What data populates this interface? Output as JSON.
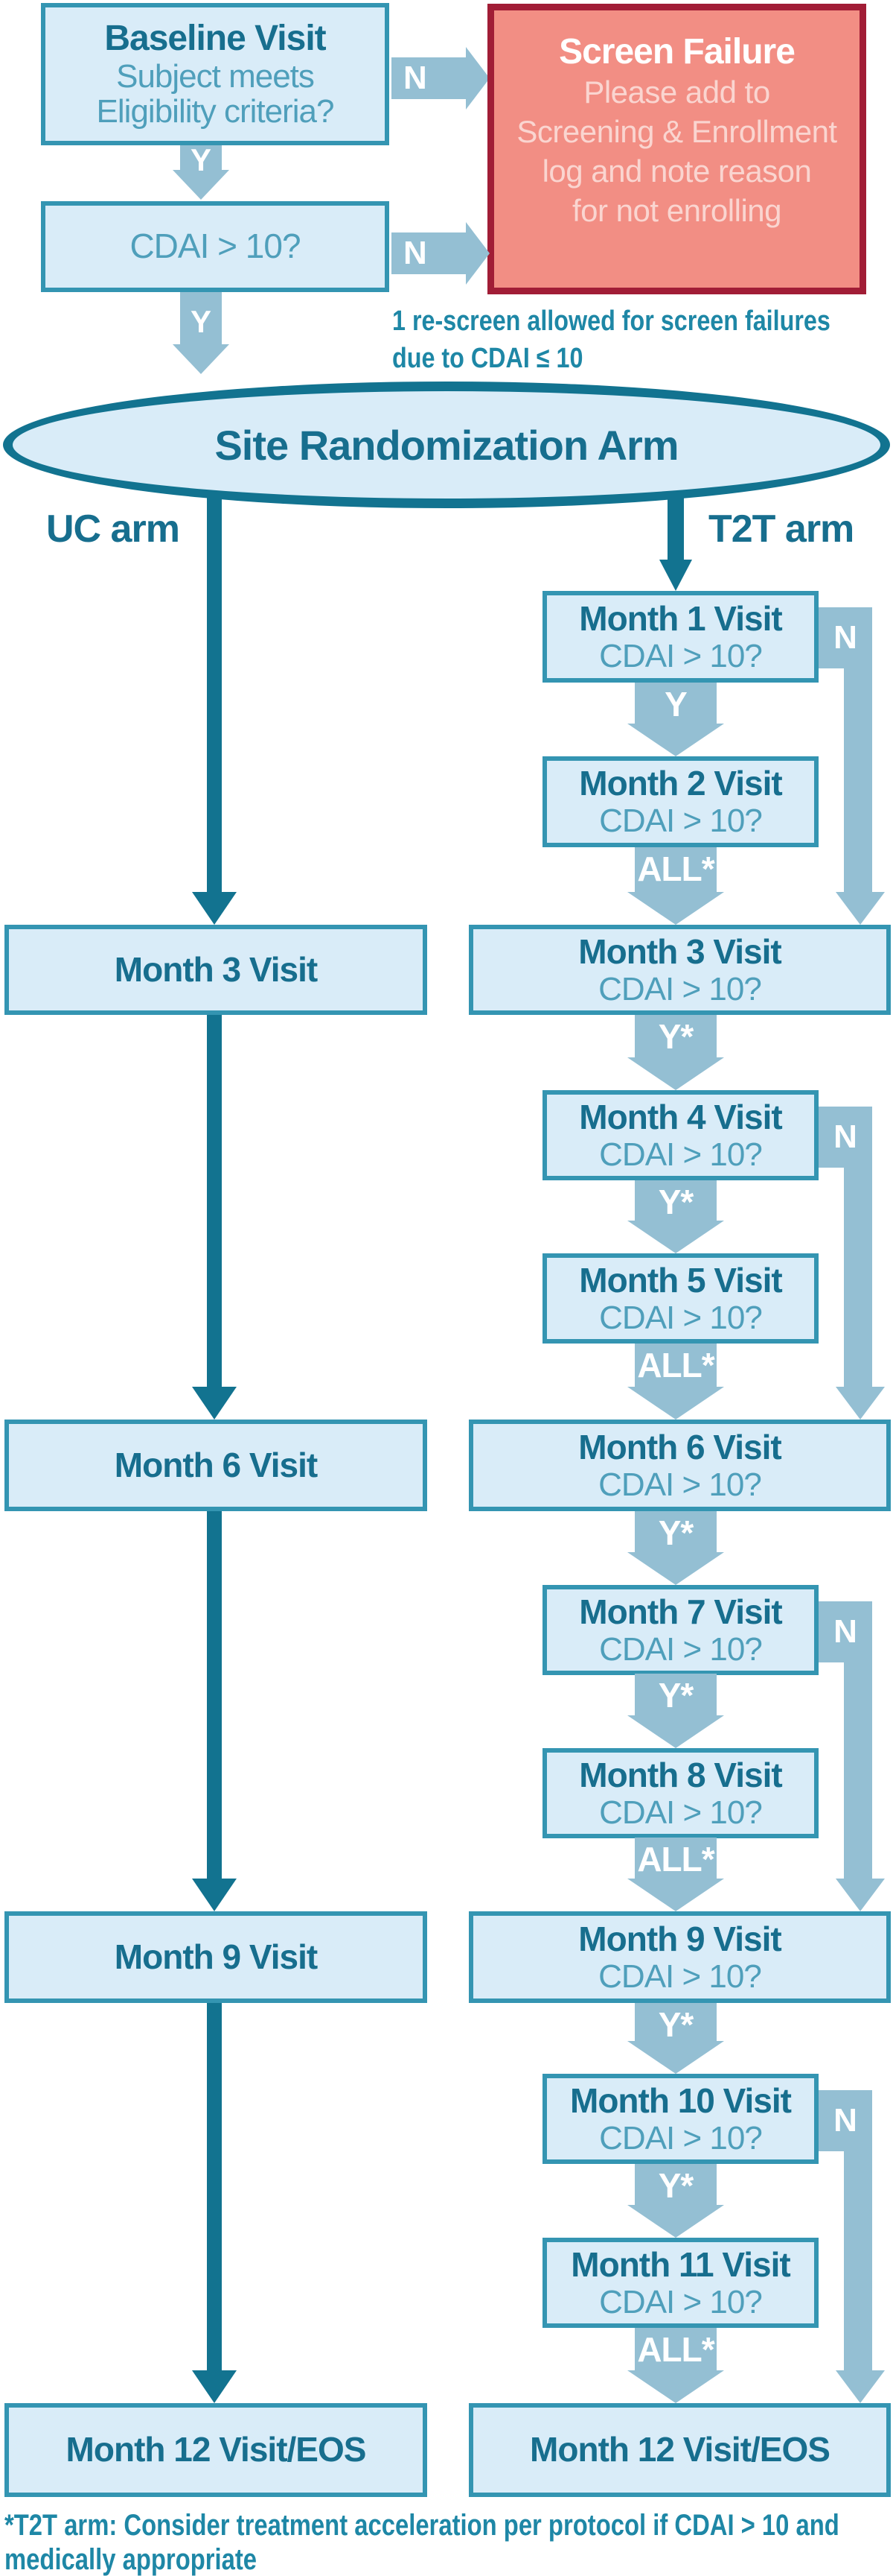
{
  "colors": {
    "teal_dark": "#127390",
    "box_border": "#3495B2",
    "title_text": "#176E8E",
    "mid_text": "#4F9FBB",
    "note_text": "#1E87A6",
    "box_fill": "#D9ECF8",
    "pale_arrow": "#94BFD3",
    "red_fill": "#F28E84",
    "red_border": "#A11D36",
    "red_text": "#FAD5D0",
    "white": "#FFFFFF"
  },
  "top": {
    "baseline_title": "Baseline Visit",
    "baseline_line1": "Subject meets",
    "baseline_line2": "Eligibility criteria?",
    "n1": "N",
    "y1": "Y",
    "cdai_question": "CDAI > 10?",
    "n2": "N",
    "y2": "Y",
    "screen_failure_title": "Screen Failure",
    "screen_failure_lines": [
      "Please add to",
      "Screening & Enrollment",
      "log and note reason",
      "for not enrolling"
    ],
    "rescreen_line1": "1 re-screen allowed for screen failures",
    "rescreen_line2": "due to CDAI ≤ 10"
  },
  "randomization": {
    "title": "Site Randomization Arm",
    "uc_label": "UC arm",
    "t2t_label": "T2T arm"
  },
  "uc_column": {
    "month3": "Month 3 Visit",
    "month6": "Month 6 Visit",
    "month9": "Month 9 Visit",
    "month12": "Month 12 Visit/EOS"
  },
  "t2t_column": {
    "cdai_question": "CDAI > 10?",
    "n": "N",
    "month1": "Month 1 Visit",
    "month2": "Month 2 Visit",
    "month3": "Month 3 Visit",
    "month4": "Month 4 Visit",
    "month5": "Month 5 Visit",
    "month6": "Month 6 Visit",
    "month7": "Month 7 Visit",
    "month8": "Month 8 Visit",
    "month9": "Month 9 Visit",
    "month10": "Month 10 Visit",
    "month11": "Month 11 Visit",
    "month12": "Month 12 Visit/EOS",
    "arrow1": "Y",
    "arrow2": "ALL*",
    "arrow3": "Y*",
    "arrow4": "Y*",
    "arrow5": "ALL*",
    "arrow6": "Y*",
    "arrow7": "Y*",
    "arrow8": "ALL*",
    "arrow9": "Y*",
    "arrow10": "Y*",
    "arrow11": "ALL*"
  },
  "footnote_line1": "*T2T arm: Consider treatment acceleration per protocol if CDAI > 10 and",
  "footnote_line2": "medically appropriate"
}
